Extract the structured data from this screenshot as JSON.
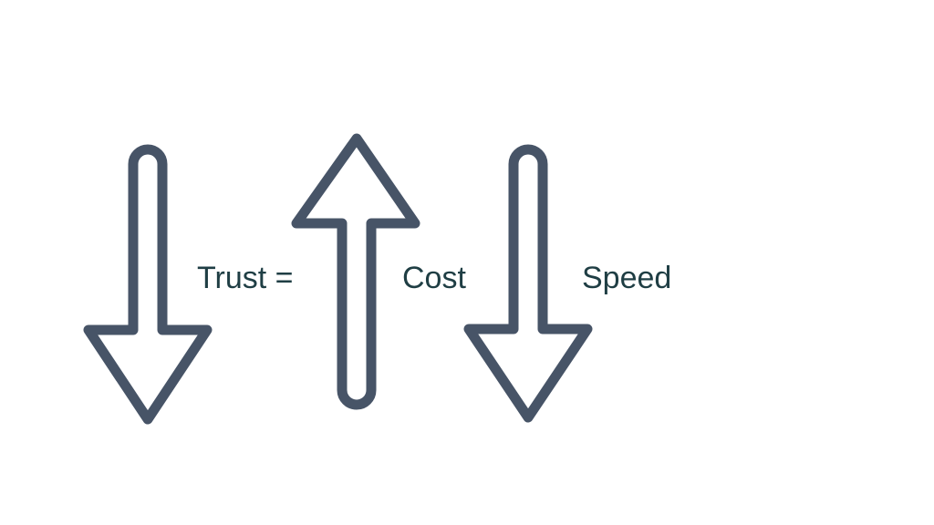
{
  "colors": {
    "arrow_stroke": "#475467",
    "text": "#1f3e44",
    "background": "#ffffff"
  },
  "diagram": {
    "arrows": [
      {
        "id": "trust",
        "direction": "down",
        "icon": "arrow-down-icon"
      },
      {
        "id": "cost",
        "direction": "up",
        "icon": "arrow-up-icon"
      },
      {
        "id": "speed",
        "direction": "down",
        "icon": "arrow-down-icon"
      }
    ],
    "labels": {
      "trust": "Trust =",
      "cost": "Cost",
      "speed": "Speed"
    }
  }
}
